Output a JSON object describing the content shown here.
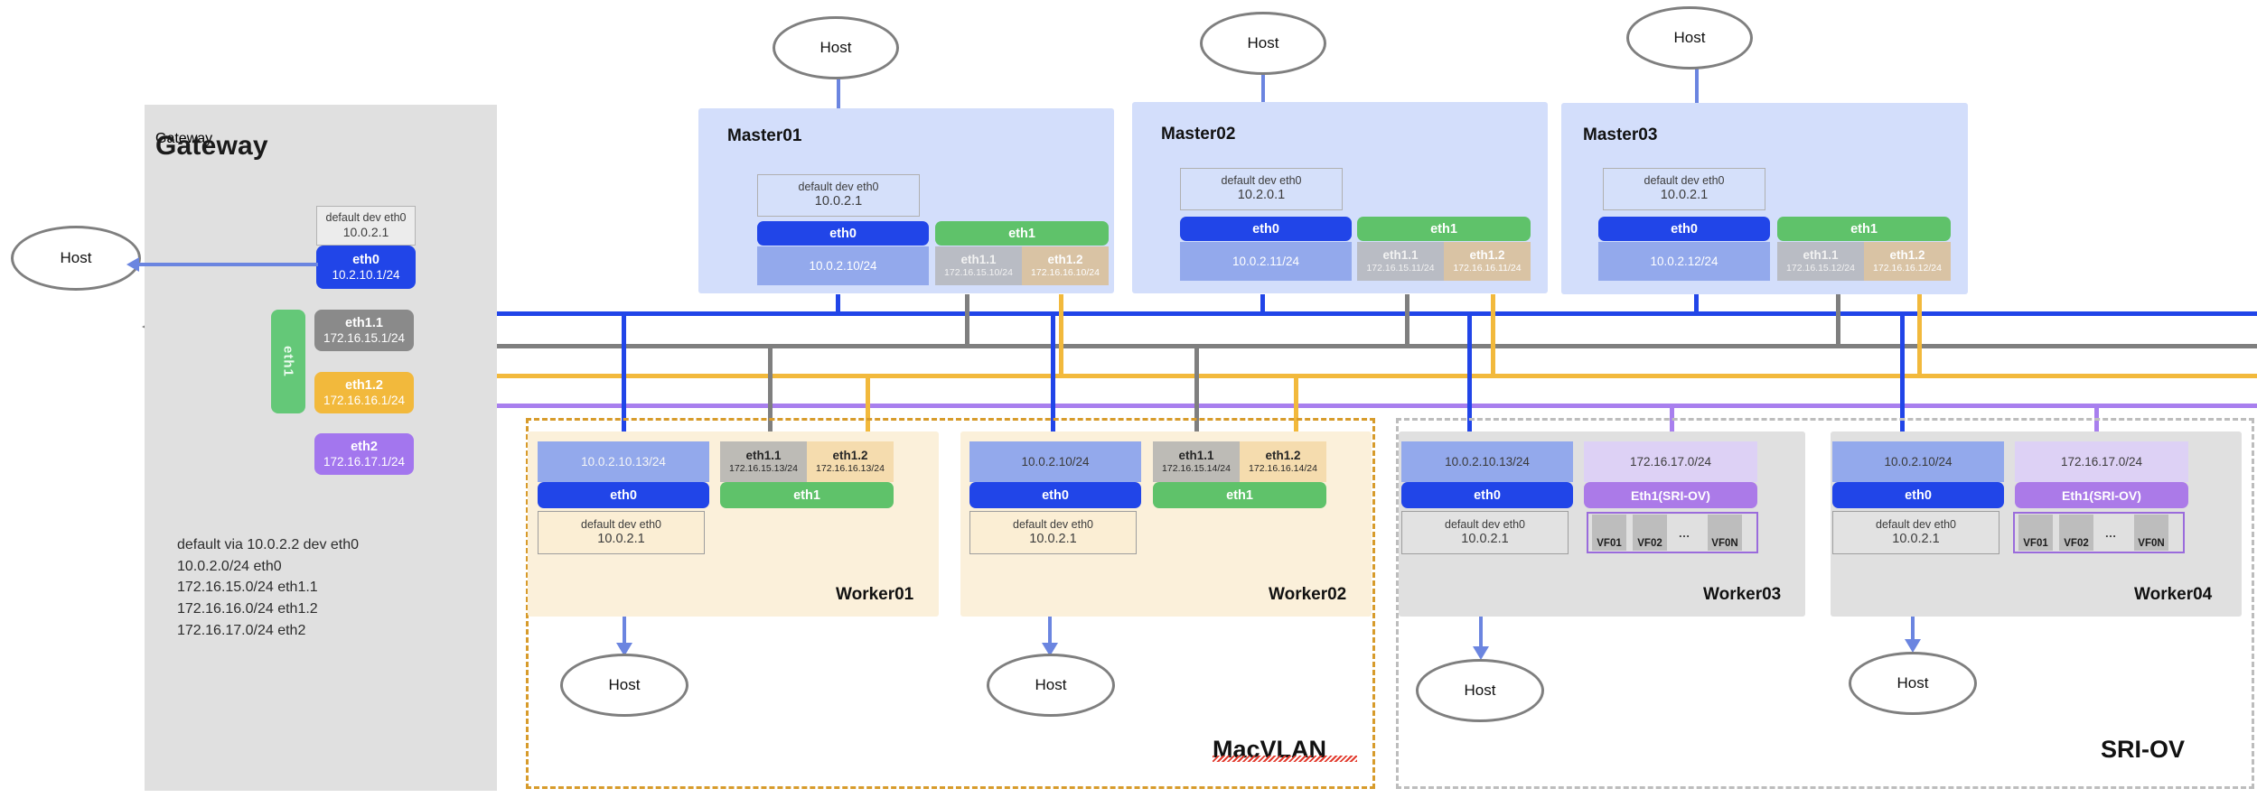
{
  "gateway": {
    "title": "Gateway",
    "route_default": {
      "line1": "default dev eth0",
      "line2": "10.0.2.1"
    },
    "eth0": {
      "name": "eth0",
      "addr": "10.2.10.1/24"
    },
    "eth1_label": "eth1",
    "eth1_1": {
      "name": "eth1.1",
      "addr": "172.16.15.1/24"
    },
    "eth1_2": {
      "name": "eth1.2",
      "addr": "172.16.16.1/24"
    },
    "eth2": {
      "name": "eth2",
      "addr": "172.16.17.1/24"
    },
    "routes": [
      "default via 10.0.2.2 dev eth0",
      "10.0.2.0/24 eth0",
      "172.16.15.0/24 eth1.1",
      "172.16.16.0/24 eth1.2",
      "172.16.17.0/24 eth2"
    ]
  },
  "hosts": {
    "gateway_host": "Host",
    "master01_host": "Host",
    "master02_host": "Host",
    "master03_host": "Host",
    "worker01_host": "Host",
    "worker02_host": "Host",
    "worker03_host": "Host",
    "worker04_host": "Host"
  },
  "masters": [
    {
      "title": "Master01",
      "route": {
        "line1": "default dev eth0",
        "line2": "10.0.2.1"
      },
      "eth0": {
        "name": "eth0",
        "addr": "10.0.2.10/24"
      },
      "eth1": {
        "name": "eth1"
      },
      "eth1_1": {
        "name": "eth1.1",
        "addr": "172.16.15.10/24"
      },
      "eth1_2": {
        "name": "eth1.2",
        "addr": "172.16.16.10/24"
      }
    },
    {
      "title": "Master02",
      "route": {
        "line1": "default dev eth0",
        "line2": "10.2.0.1"
      },
      "eth0": {
        "name": "eth0",
        "addr": "10.0.2.11/24"
      },
      "eth1": {
        "name": "eth1"
      },
      "eth1_1": {
        "name": "eth1.1",
        "addr": "172.16.15.11/24"
      },
      "eth1_2": {
        "name": "eth1.2",
        "addr": "172.16.16.11/24"
      }
    },
    {
      "title": "Master03",
      "route": {
        "line1": "default dev eth0",
        "line2": "10.0.2.1"
      },
      "eth0": {
        "name": "eth0",
        "addr": "10.0.2.12/24"
      },
      "eth1": {
        "name": "eth1"
      },
      "eth1_1": {
        "name": "eth1.1",
        "addr": "172.16.15.12/24"
      },
      "eth1_2": {
        "name": "eth1.2",
        "addr": "172.16.16.12/24"
      }
    }
  ],
  "workers_macvlan": [
    {
      "title": "Worker01",
      "eth0_addr": "10.0.2.10.13/24",
      "eth0": "eth0",
      "route": {
        "line1": "default dev eth0",
        "line2": "10.0.2.1"
      },
      "eth1": "eth1",
      "eth1_1": {
        "name": "eth1.1",
        "addr": "172.16.15.13/24"
      },
      "eth1_2": {
        "name": "eth1.2",
        "addr": "172.16.16.13/24"
      }
    },
    {
      "title": "Worker02",
      "eth0_addr": "10.0.2.10/24",
      "eth0": "eth0",
      "route": {
        "line1": "default dev eth0",
        "line2": "10.0.2.1"
      },
      "eth1": "eth1",
      "eth1_1": {
        "name": "eth1.1",
        "addr": "172.16.15.14/24"
      },
      "eth1_2": {
        "name": "eth1.2",
        "addr": "172.16.16.14/24"
      }
    }
  ],
  "workers_sriov": [
    {
      "title": "Worker03",
      "eth0_addr": "10.0.2.10.13/24",
      "eth0": "eth0",
      "route": {
        "line1": "default dev eth0",
        "line2": "10.0.2.1"
      },
      "sriov_addr": "172.16.17.0/24",
      "sriov_name": "Eth1(SRI-OV)",
      "vfs": [
        "VF01",
        "VF02",
        "…",
        "VF0N"
      ]
    },
    {
      "title": "Worker04",
      "eth0_addr": "10.0.2.10/24",
      "eth0": "eth0",
      "route": {
        "line1": "default dev eth0",
        "line2": "10.0.2.1"
      },
      "sriov_addr": "172.16.17.0/24",
      "sriov_name": "Eth1(SRI-OV)",
      "vfs": [
        "VF01",
        "VF02",
        "…",
        "VF0N"
      ]
    }
  ],
  "groups": {
    "macvlan_label": "MacVLAN",
    "sriov_label": "SRI-OV"
  },
  "colors": {
    "eth0_blue": "#2145e8",
    "eth1_green": "#5fc26a",
    "vlan_grey": "#8a8a8a",
    "vlan_yellow": "#f2b93c",
    "sriov_purple": "#a376ee",
    "macvlan_frame": "#d79b2b",
    "sriov_frame": "#bdbdbd",
    "gateway_panel": "#e0e0e0",
    "master_panel": "#d3deFB",
    "worker_cream": "#fbf0da",
    "worker_grey": "#e0e0e0"
  }
}
